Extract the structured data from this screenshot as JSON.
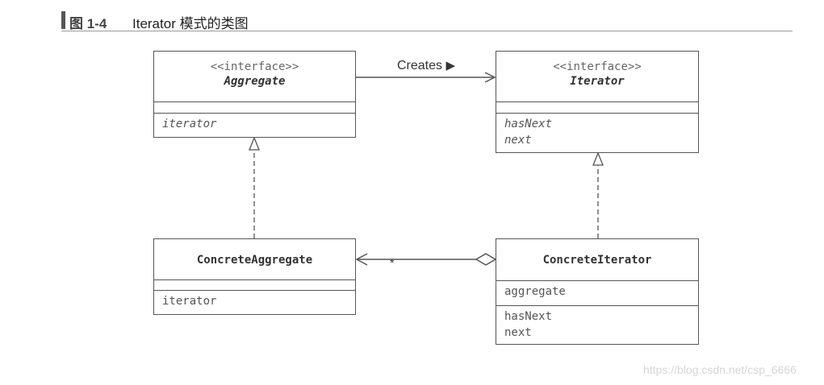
{
  "figure": {
    "number": "图 1-4",
    "title": "Iterator 模式的类图"
  },
  "classes": {
    "aggregate": {
      "stereotype": "<<interface>>",
      "name": "Aggregate",
      "fields": [],
      "methods": [
        "iterator"
      ]
    },
    "iterator": {
      "stereotype": "<<interface>>",
      "name": "Iterator",
      "fields": [],
      "methods": [
        "hasNext",
        "next"
      ]
    },
    "concrete_aggregate": {
      "name": "ConcreteAggregate",
      "fields": [],
      "methods": [
        "iterator"
      ]
    },
    "concrete_iterator": {
      "name": "ConcreteIterator",
      "fields": [
        "aggregate"
      ],
      "methods": [
        "hasNext",
        "next"
      ]
    }
  },
  "relations": {
    "creates": {
      "label": "Creates",
      "arrow": "▶"
    },
    "aggregation": {
      "multiplicity": "*"
    }
  },
  "watermark": "https://blog.csdn.net/csp_6666",
  "colors": {
    "line": "#555555",
    "text": "#333333"
  }
}
